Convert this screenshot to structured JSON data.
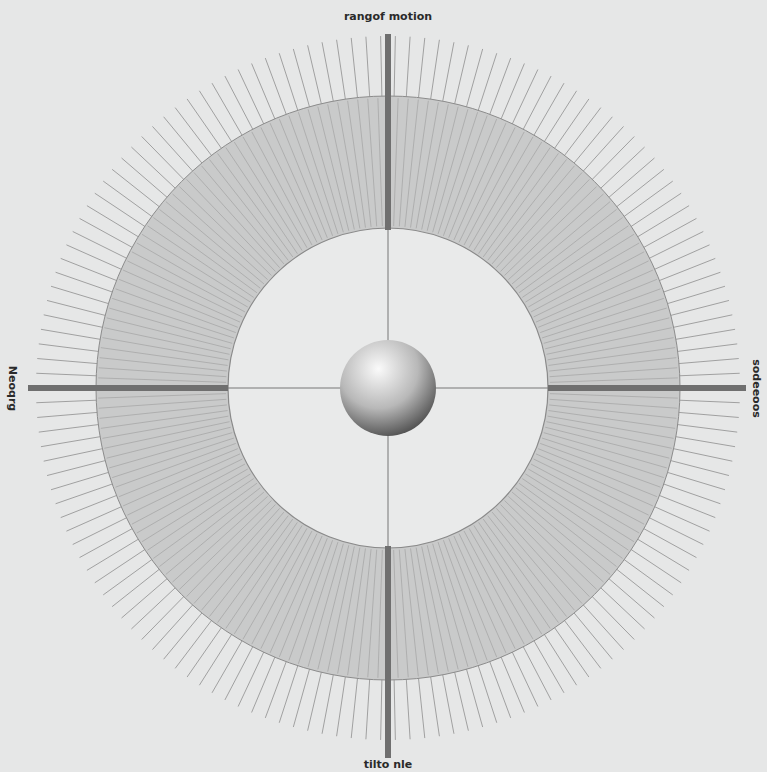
{
  "diagram": {
    "labels": [
      "rangof motion",
      "tilto nle",
      "Neoqrg",
      "sodeeoos"
    ]
  }
}
